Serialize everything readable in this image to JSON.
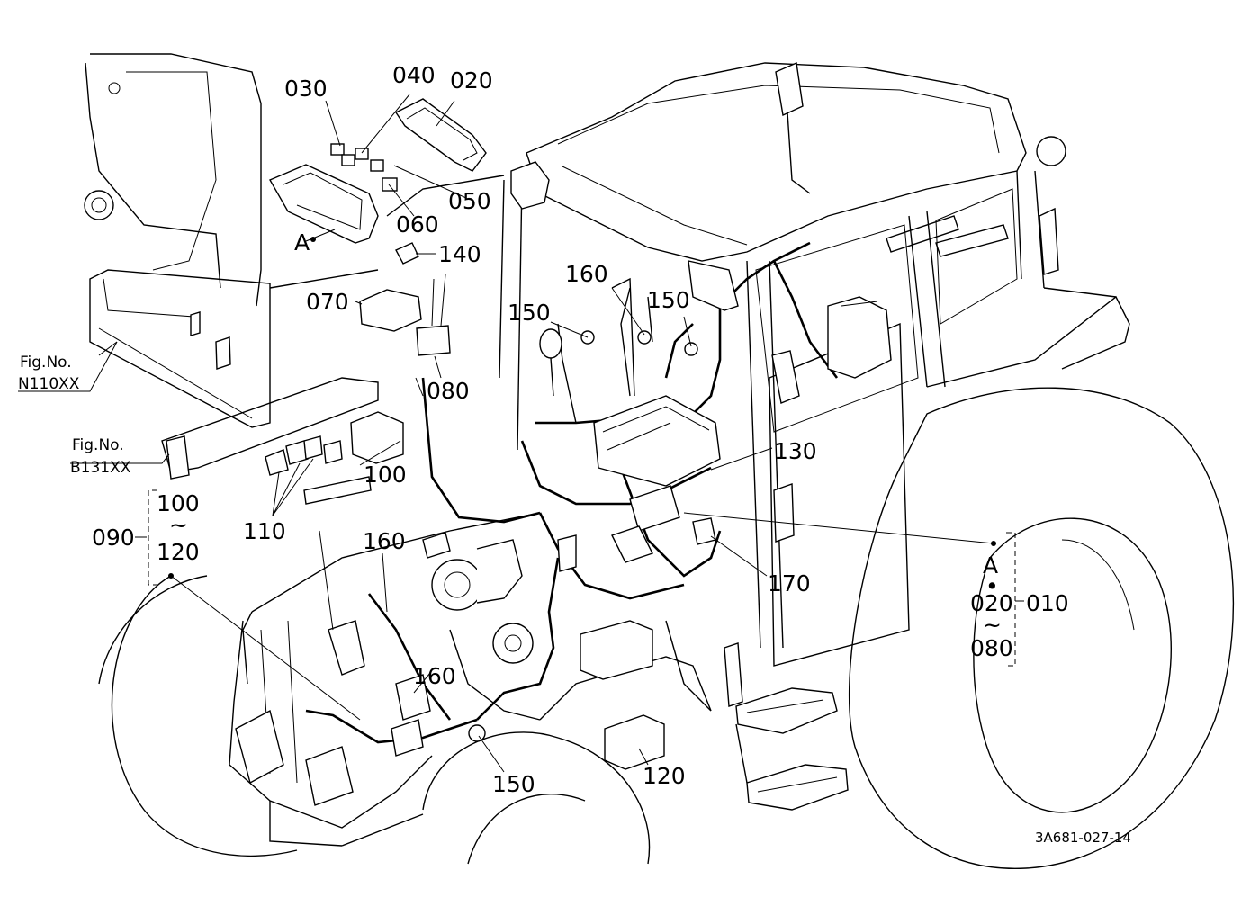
{
  "figure_code": "3A681-027-14",
  "fig_refs": [
    {
      "prefix": "Fig.No.",
      "code": "N110XX"
    },
    {
      "prefix": "Fig.No.",
      "code": "B131XX"
    }
  ],
  "callouts": {
    "c010": "010",
    "c020": "020",
    "c030": "030",
    "c040": "040",
    "c050": "050",
    "c060": "060",
    "c070": "070",
    "c080": "080",
    "c090": "090",
    "c100": "100",
    "c110": "110",
    "c120": "120",
    "c130": "130",
    "c140": "140",
    "c150a": "150",
    "c150b": "150",
    "c150c": "150",
    "c160a": "160",
    "c160b": "160",
    "c160c": "160",
    "c170": "170",
    "cA1": "A"
  },
  "group_090": {
    "from": "100",
    "sep": "~",
    "to": "120"
  },
  "group_010": {
    "top": "A",
    "dot": "•",
    "from": "020",
    "sep": "~",
    "to": "080"
  }
}
